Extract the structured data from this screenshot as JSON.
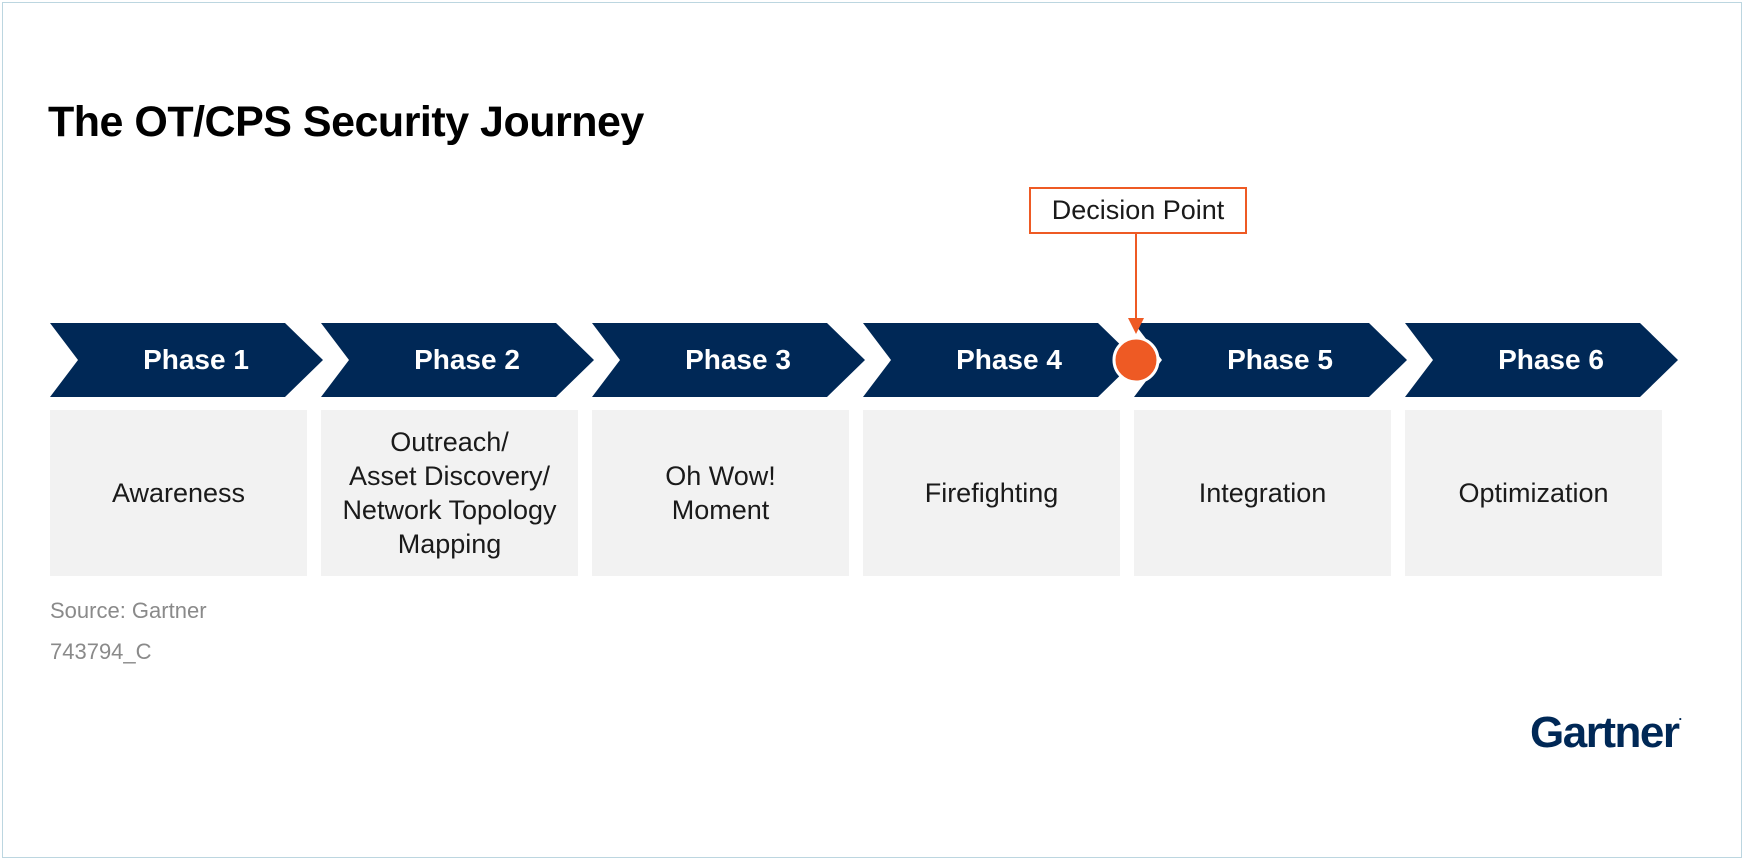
{
  "title": "The OT/CPS Security Journey",
  "decision_point": {
    "label": "Decision Point",
    "after_phase": 4
  },
  "phases": [
    {
      "label": "Phase 1",
      "description": "Awareness"
    },
    {
      "label": "Phase 2",
      "description": "Outreach/\nAsset Discovery/\nNetwork Topology\nMapping"
    },
    {
      "label": "Phase 3",
      "description": "Oh Wow!\nMoment"
    },
    {
      "label": "Phase 4",
      "description": "Firefighting"
    },
    {
      "label": "Phase 5",
      "description": "Integration"
    },
    {
      "label": "Phase 6",
      "description": "Optimization"
    }
  ],
  "footer": {
    "source": "Source: Gartner",
    "doc_id": "743794_C"
  },
  "logo": {
    "text": "Gartner",
    "mark": "."
  },
  "colors": {
    "chevron": "#002856",
    "accent": "#ee5a24",
    "box": "#f2f2f2"
  }
}
